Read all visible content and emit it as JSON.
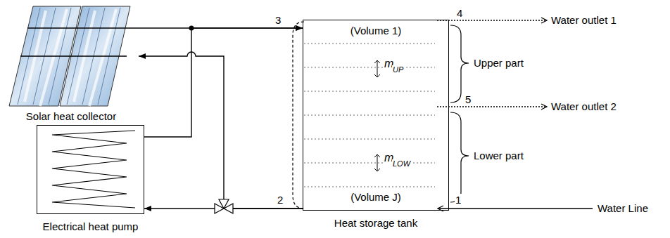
{
  "diagram": {
    "nodes": [
      {
        "text": [
          "Solar heat collector"
        ]
      },
      {
        "text": [
          "Electrical heat pump"
        ]
      },
      {
        "text": [
          "Heat storage tank",
          "(Volume 1)",
          "(Volume J)"
        ]
      }
    ],
    "edges": [
      {
        "from": 0,
        "to": 2,
        "arrow": "to",
        "label": "3"
      },
      {
        "from": 1,
        "to": 2,
        "arrow": "to"
      },
      {
        "from": 2,
        "to": 1,
        "arrow": "to",
        "label": "2"
      },
      {
        "from": 2,
        "to": 0,
        "arrow": "to"
      }
    ],
    "labels": [
      "4",
      "Water outlet 1",
      "5",
      "Water outlet 2",
      "Upper part",
      "Lower part",
      "1",
      "Water Line",
      "m",
      "UP",
      "m",
      "LOW"
    ]
  }
}
